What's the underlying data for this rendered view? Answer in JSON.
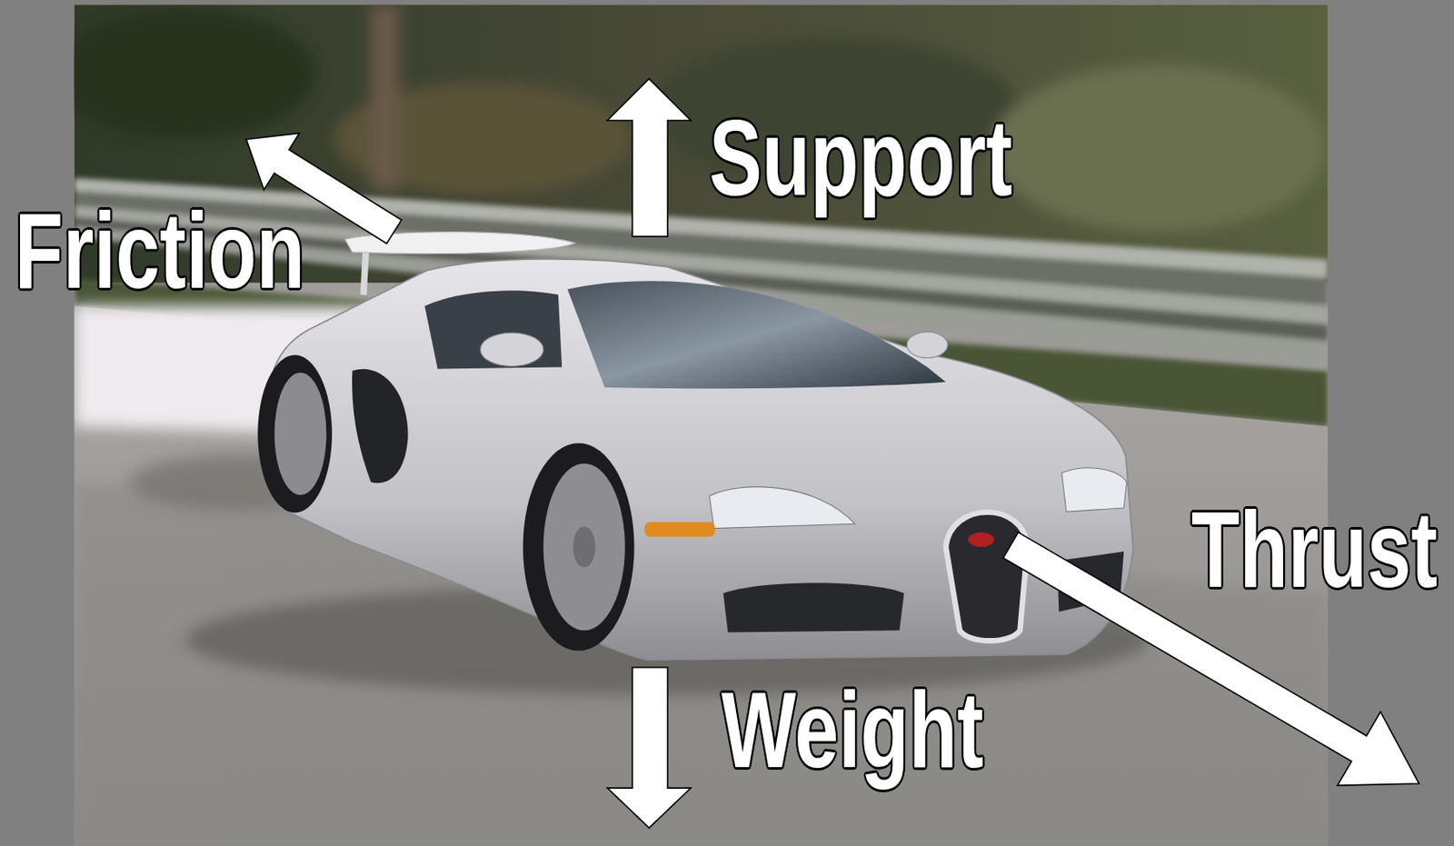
{
  "diagram": {
    "labels": [
      "Support",
      "Friction",
      "Thrust",
      "Weight"
    ]
  }
}
